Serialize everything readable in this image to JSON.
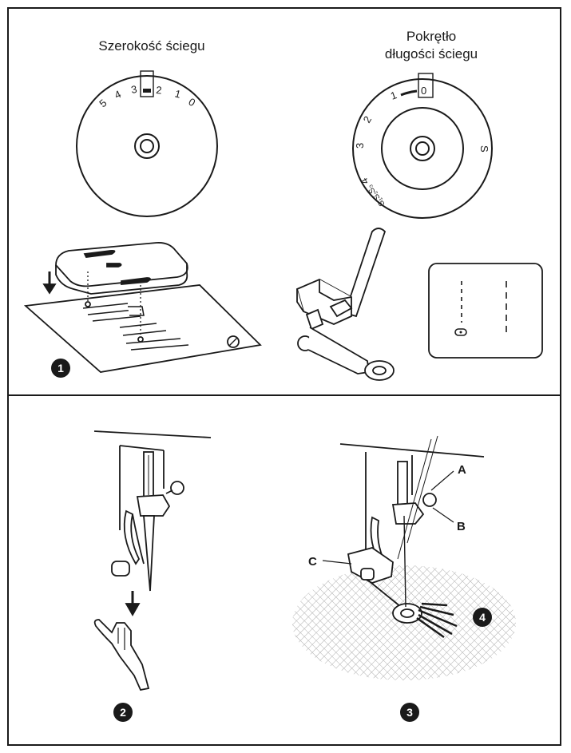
{
  "stitch_width": {
    "title": "Szerokość ściegu",
    "numbers": [
      "5",
      "4",
      "3",
      "2",
      "1",
      "0"
    ]
  },
  "stitch_length": {
    "title_line1": "Pokrętło",
    "title_line2": "długości ściegu",
    "numbers": [
      "1",
      "0",
      "2",
      "3",
      "S",
      "S₁",
      "S₂",
      "S₃",
      "4"
    ]
  },
  "labels": {
    "a": "A",
    "b": "B",
    "c": "C"
  },
  "steps": {
    "s1": "1",
    "s2": "2",
    "s3": "3",
    "s4": "4"
  }
}
